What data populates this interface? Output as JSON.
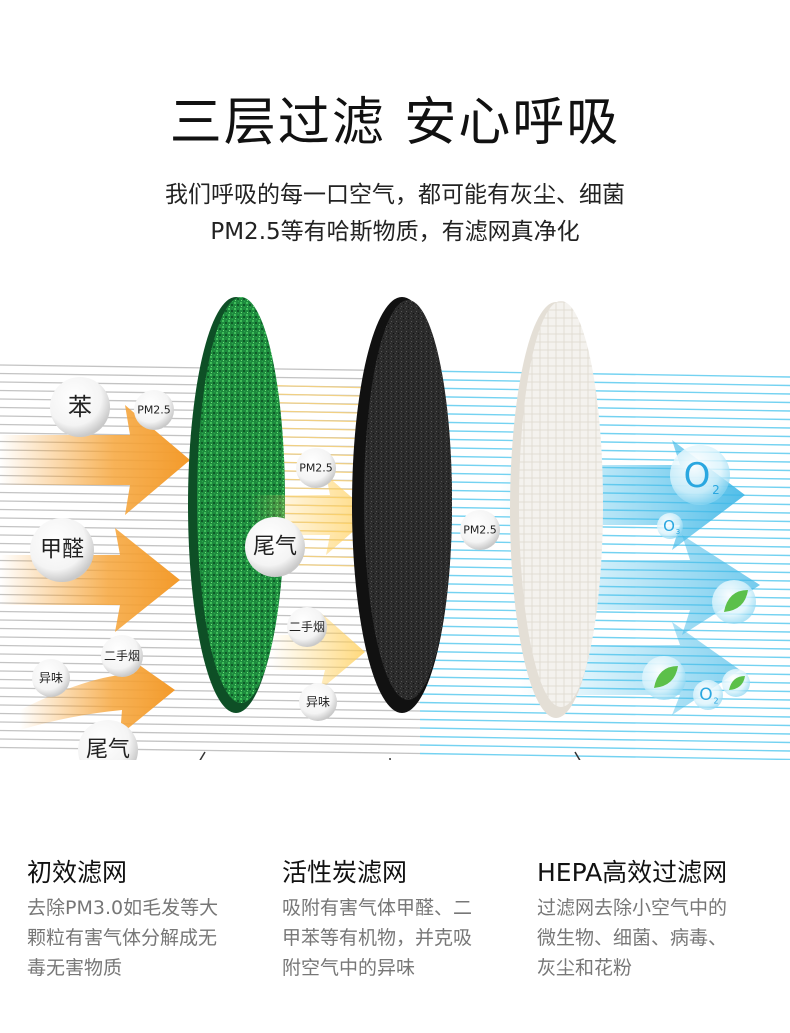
{
  "heading": "三层过滤 安心呼吸",
  "intro": {
    "line1": "我们呼吸的每一口空气，都可能有灰尘、细菌",
    "line2": "PM2.5等有哈斯物质，有滤网真净化"
  },
  "bubbles": {
    "benzene": "苯",
    "formaldehyde": "甲醛",
    "odor_left": "异味",
    "smoke_left": "二手烟",
    "exhaust_left": "尾气",
    "pm_left": "PM2.5",
    "pm_mid": "PM2.5",
    "exhaust_mid": "尾气",
    "smoke_mid": "二手烟",
    "odor_mid": "异味",
    "pm_right": "PM2.5",
    "o2_big": "O",
    "o2_big_sub": "2",
    "o3_small": "O",
    "o3_small_sub": "3",
    "o2_small": "O",
    "o2_small_sub": "2"
  },
  "colors": {
    "primary_filter": "#1f7a3c",
    "carbon_filter": "#2a2a2a",
    "hepa_filter": "#f3f1ec",
    "arrow_orange": "#f6a53a",
    "arrow_blue": "#4fc3ec"
  },
  "layers": [
    {
      "title": "初效滤网",
      "desc_lines": [
        "去除PM3.0如毛发等大",
        "颗粒有害气体分解成无",
        "毒无害物质"
      ]
    },
    {
      "title": "活性炭滤网",
      "desc_lines": [
        "吸附有害气体甲醛、二",
        "甲苯等有机物，并克吸",
        "附空气中的异味"
      ]
    },
    {
      "title": "HEPA高效过滤网",
      "desc_lines": [
        "过滤网去除小空气中的",
        "微生物、细菌、病毒、",
        "灰尘和花粉"
      ]
    }
  ]
}
